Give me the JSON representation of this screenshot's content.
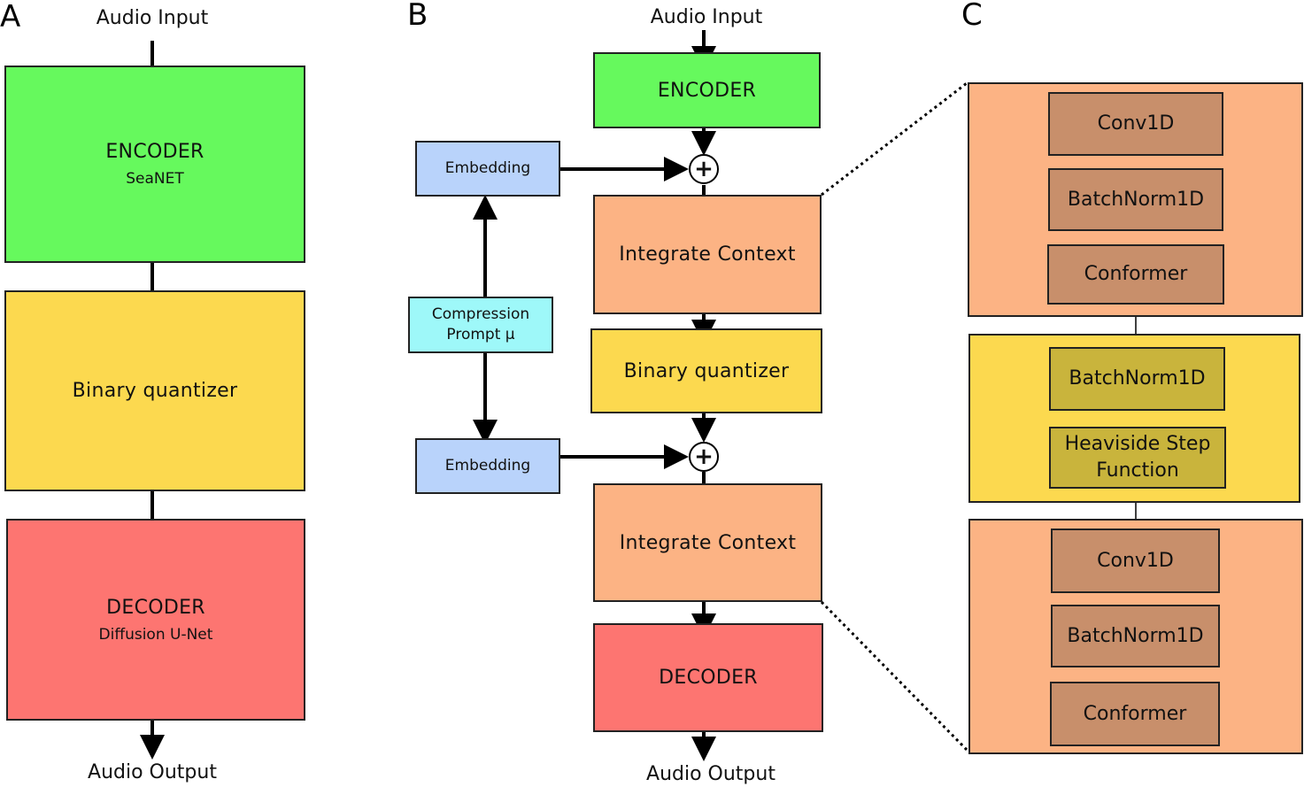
{
  "colors": {
    "encoder": "#66f95d",
    "quantizer": "#fcd94f",
    "decoder": "#fd7571",
    "context": "#fcb384",
    "embedding": "#b9d3fb",
    "prompt": "#9ef8f9",
    "inner_context": "#c88f6b",
    "inner_quantizer": "#c9b43c"
  },
  "panel_a": {
    "letter": "A",
    "input": "Audio Input",
    "encoder": {
      "title": "ENCODER",
      "subtitle": "SeaNET"
    },
    "quantizer": {
      "title": "Binary quantizer"
    },
    "decoder": {
      "title": "DECODER",
      "subtitle": "Diffusion U-Net"
    },
    "output": "Audio Output"
  },
  "panel_b": {
    "letter": "B",
    "input": "Audio Input",
    "encoder": "ENCODER",
    "embedding_top": "Embedding",
    "context_top": "Integrate Context",
    "prompt": [
      "Compression",
      "Prompt μ"
    ],
    "quantizer": "Binary quantizer",
    "embedding_bottom": "Embedding",
    "context_bottom": "Integrate Context",
    "decoder": "DECODER",
    "output": "Audio Output",
    "plus_symbol": "+"
  },
  "panel_c": {
    "letter": "C",
    "context_block_top": [
      "Conv1D",
      "BatchNorm1D",
      "Conformer"
    ],
    "quantizer_block": [
      "BatchNorm1D",
      "Heaviside Step Function"
    ],
    "context_block_bottom": [
      "Conv1D",
      "BatchNorm1D",
      "Conformer"
    ]
  }
}
